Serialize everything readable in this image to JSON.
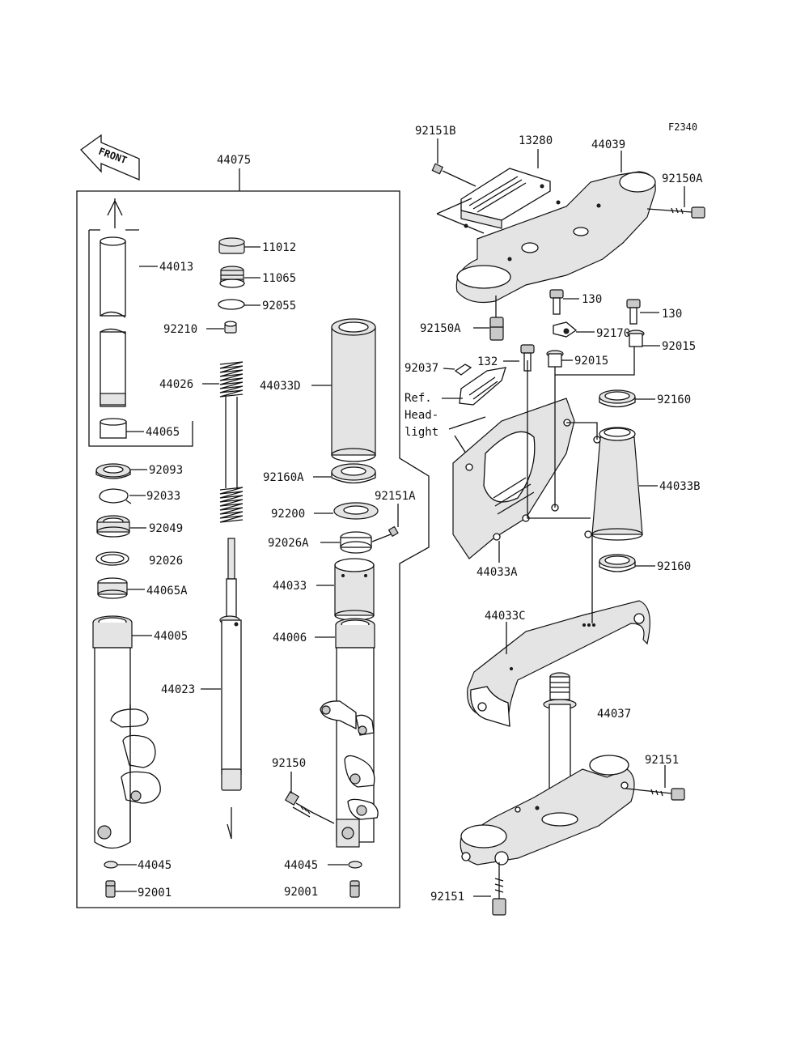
{
  "figure_code": "F2340",
  "front_arrow_label": "FRONT",
  "ref_note": [
    "Ref.",
    "Head-",
    "light"
  ],
  "parts": {
    "p44075": "44075",
    "p44013": "44013",
    "p11012": "11012",
    "p11065": "11065",
    "p92055": "92055",
    "p92210": "92210",
    "p44026": "44026",
    "p44033D": "44033D",
    "p44065": "44065",
    "p92093": "92093",
    "p92033": "92033",
    "p92049": "92049",
    "p92026": "92026",
    "p44065A": "44065A",
    "p92160A": "92160A",
    "p92200": "92200",
    "p92151A": "92151A",
    "p92026A": "92026A",
    "p44033": "44033",
    "p44005": "44005",
    "p44006": "44006",
    "p44023": "44023",
    "p92150": "92150",
    "p44045a": "44045",
    "p44045b": "44045",
    "p92001a": "92001",
    "p92001b": "92001",
    "p92151B": "92151B",
    "p13280": "13280",
    "p44039": "44039",
    "p92150A_r": "92150A",
    "p92150A_l": "92150A",
    "p130a": "130",
    "p130b": "130",
    "p92170": "92170",
    "p92037": "92037",
    "p132": "132",
    "p92015a": "92015",
    "p92015b": "92015",
    "p92160a": "92160",
    "p92160b": "92160",
    "p44033B": "44033B",
    "p44033A": "44033A",
    "p44033C": "44033C",
    "p44037": "44037",
    "p92151_r": "92151",
    "p92151_l": "92151"
  }
}
